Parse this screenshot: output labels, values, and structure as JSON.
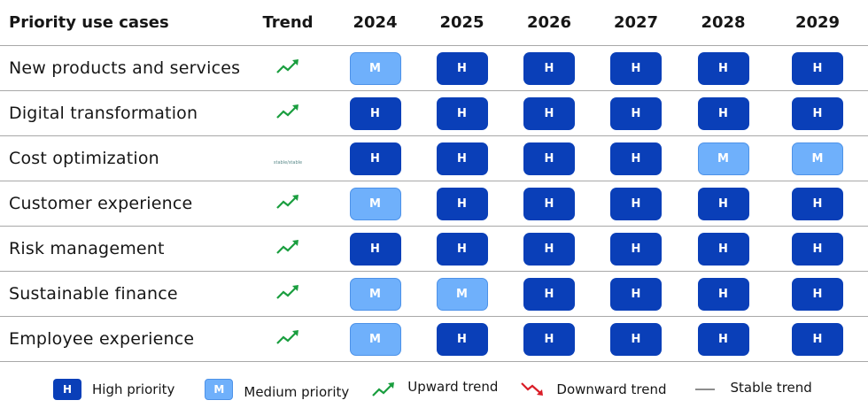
{
  "header": {
    "usecase_label": "Priority use cases",
    "trend_label": "Trend",
    "years": [
      "2024",
      "2025",
      "2026",
      "2027",
      "2028",
      "2029"
    ]
  },
  "rows": [
    {
      "name": "New products and services",
      "trend": "up",
      "priorities": [
        "M",
        "H",
        "H",
        "H",
        "H",
        "H"
      ]
    },
    {
      "name": "Digital transformation",
      "trend": "up",
      "priorities": [
        "H",
        "H",
        "H",
        "H",
        "H",
        "H"
      ]
    },
    {
      "name": "Cost optimization",
      "trend": "stable",
      "trend_text": "stable/stable",
      "priorities": [
        "H",
        "H",
        "H",
        "H",
        "M",
        "M"
      ]
    },
    {
      "name": "Customer experience",
      "trend": "up",
      "priorities": [
        "M",
        "H",
        "H",
        "H",
        "H",
        "H"
      ]
    },
    {
      "name": "Risk management",
      "trend": "up",
      "priorities": [
        "H",
        "H",
        "H",
        "H",
        "H",
        "H"
      ]
    },
    {
      "name": "Sustainable finance",
      "trend": "up",
      "priorities": [
        "M",
        "M",
        "H",
        "H",
        "H",
        "H"
      ]
    },
    {
      "name": "Employee experience",
      "trend": "up",
      "priorities": [
        "M",
        "H",
        "H",
        "H",
        "H",
        "H"
      ]
    }
  ],
  "legend": {
    "high_badge": "H",
    "high_label": "High priority",
    "medium_badge": "M",
    "medium_label": "Medium priority",
    "upward_label": "Upward trend",
    "downward_label": "Downward trend",
    "stable_label": "Stable trend"
  },
  "colors": {
    "high": "#0a3fb8",
    "medium": "#6fb0fb",
    "upward": "#1a9e3f",
    "downward": "#da1e28",
    "stable": "#8d8d8d"
  }
}
